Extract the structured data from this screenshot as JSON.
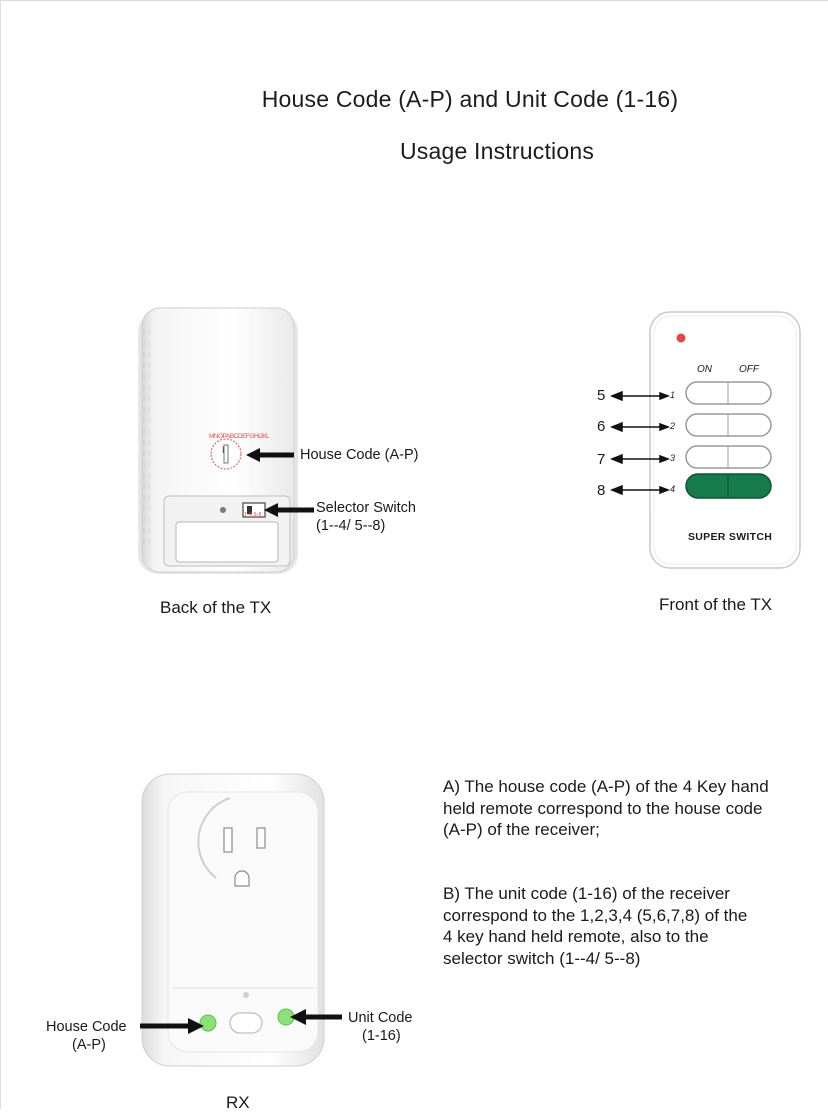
{
  "header": {
    "title": "House Code (A-P) and Unit Code (1-16)",
    "subtitle": "Usage Instructions"
  },
  "tx_back": {
    "caption": "Back of the TX",
    "house_code_label": "House Code (A-P)",
    "selector_label_line1": "Selector Switch",
    "selector_label_line2": "(1--4/ 5--8)",
    "dial_letters": "MNOPABCDEFGHIJKL",
    "dial_center": "I",
    "switch_marks": "1-4  5-8"
  },
  "tx_front": {
    "caption": "Front of the TX",
    "on_label": "ON",
    "off_label": "OFF",
    "brand": "SUPER SWITCH",
    "rows": [
      {
        "outer": "5",
        "inner": "1"
      },
      {
        "outer": "6",
        "inner": "2"
      },
      {
        "outer": "7",
        "inner": "3"
      },
      {
        "outer": "8",
        "inner": "4"
      }
    ]
  },
  "rx": {
    "caption": "RX",
    "house_code_line1": "House Code",
    "house_code_line2": "(A-P)",
    "unit_code_line1": "Unit Code",
    "unit_code_line2": "(1-16)"
  },
  "instructions": {
    "a_lines": [
      "A) The house code (A-P) of the 4 Key hand",
      "held remote correspond to the house code",
      "(A-P) of the receiver;"
    ],
    "b_lines": [
      "B) The unit code (1-16) of the receiver",
      "correspond to the 1,2,3,4 (5,6,7,8) of the",
      "4 key hand held remote, also to the",
      "selector switch (1--4/ 5--8)"
    ]
  },
  "colors": {
    "green_button": "#167a4a",
    "led_red": "#e04a4a",
    "dial_red": "#d6504a",
    "rx_green": "#8fe07a"
  }
}
